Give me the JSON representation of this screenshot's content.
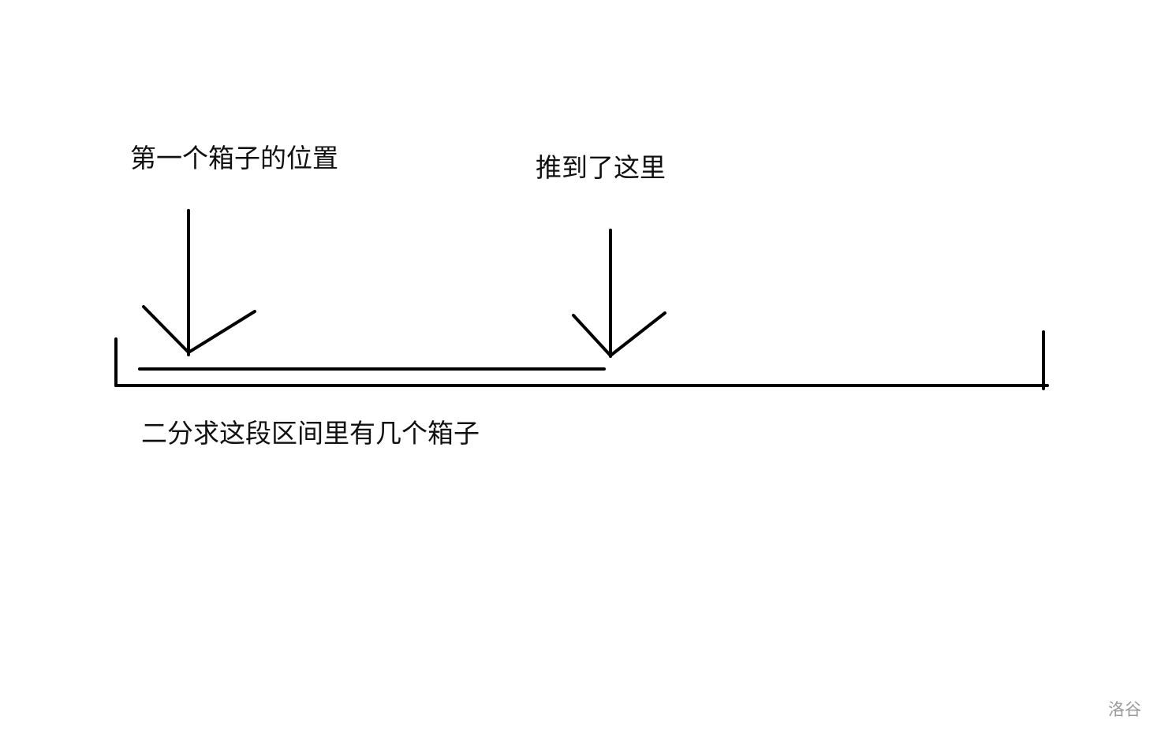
{
  "labels": {
    "first_box": "第一个箱子的位置",
    "pushed_here": "推到了这里",
    "binary_search": "二分求这段区间里有几个箱子"
  },
  "watermark": "洛谷",
  "colors": {
    "stroke": "#000000",
    "text": "#111111",
    "watermark": "#999999"
  }
}
